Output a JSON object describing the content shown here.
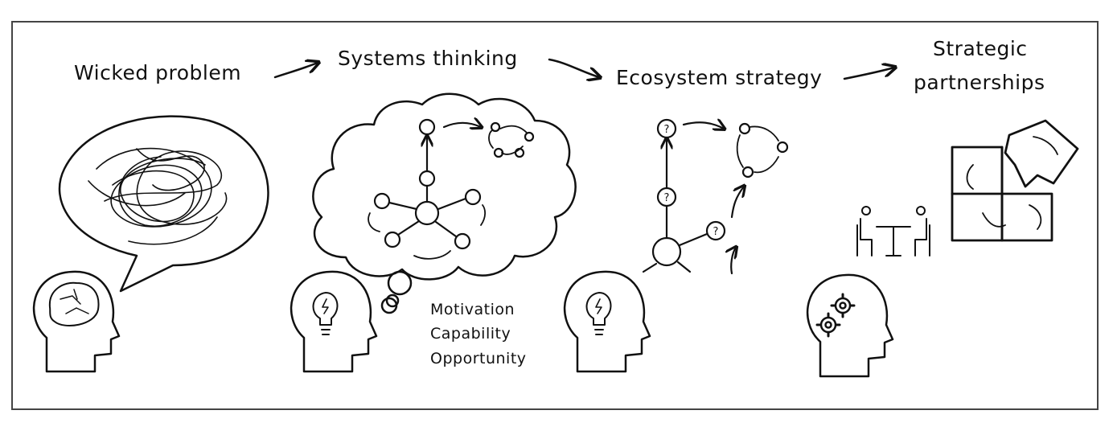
{
  "steps": [
    {
      "label": "Wicked problem"
    },
    {
      "label": "Systems thinking"
    },
    {
      "label": "Ecosystem strategy"
    },
    {
      "label_line1": "Strategic",
      "label_line2": "partnerships"
    }
  ],
  "com_b": [
    "Motivation",
    "Capability",
    "Opportunity"
  ],
  "node_mark": "?",
  "colors": {
    "ink": "#111111",
    "frame": "#444444",
    "background": "#ffffff"
  },
  "icons": [
    "head-brain-icon",
    "head-lightbulb-icon",
    "head-lightbulb-icon",
    "head-gears-icon",
    "puzzle-icon",
    "meeting-table-icon",
    "scribble-speech-bubble",
    "thought-cloud"
  ]
}
